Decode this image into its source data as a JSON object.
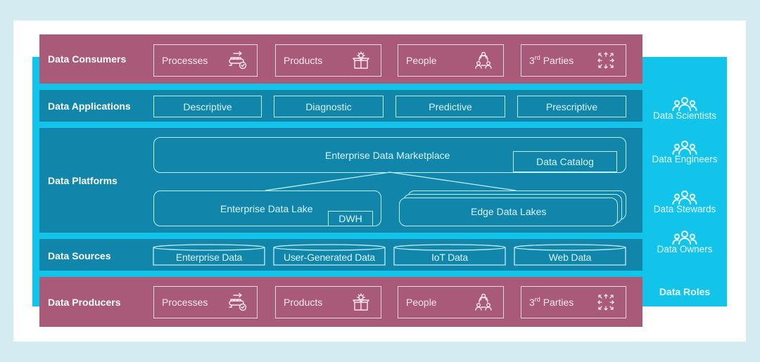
{
  "colors": {
    "page_background": "#d4ebf2",
    "card": "#ffffff",
    "roles_panel": "#12c3ea",
    "pink_layer": "#a85a78",
    "teal_layer": "#1186aa"
  },
  "layers": {
    "consumers": {
      "label": "Data Consumers",
      "items": [
        {
          "label": "Processes",
          "icon": "conveyor-process-icon"
        },
        {
          "label": "Products",
          "icon": "gear-box-icon"
        },
        {
          "label": "People",
          "icon": "people-network-icon"
        },
        {
          "label": "3",
          "label_sup": "rd",
          "label_rest": " Parties",
          "icon": "arrows-expand-icon"
        }
      ]
    },
    "applications": {
      "label": "Data Applications",
      "items": [
        "Descriptive",
        "Diagnostic",
        "Predictive",
        "Prescriptive"
      ]
    },
    "platforms": {
      "label": "Data Platforms",
      "marketplace": "Enterprise Data Marketplace",
      "catalog": "Data Catalog",
      "lake": "Enterprise Data Lake",
      "dwh": "DWH",
      "edge": "Edge Data Lakes"
    },
    "sources": {
      "label": "Data Sources",
      "items": [
        "Enterprise Data",
        "User-Generated Data",
        "IoT Data",
        "Web Data"
      ]
    },
    "producers": {
      "label": "Data Producers",
      "items": [
        {
          "label": "Processes",
          "icon": "conveyor-process-icon"
        },
        {
          "label": "Products",
          "icon": "gear-box-icon"
        },
        {
          "label": "People",
          "icon": "people-network-icon"
        },
        {
          "label": "3",
          "label_sup": "rd",
          "label_rest": " Parties",
          "icon": "arrows-expand-icon"
        }
      ]
    }
  },
  "roles": {
    "title": "Data Roles",
    "items": [
      {
        "label": "Data Scientists",
        "icon": "group-icon"
      },
      {
        "label": "Data Engineers",
        "icon": "group-icon"
      },
      {
        "label": "Data Stewards",
        "icon": "group-icon"
      },
      {
        "label": "Data Owners",
        "icon": "group-icon"
      }
    ]
  }
}
